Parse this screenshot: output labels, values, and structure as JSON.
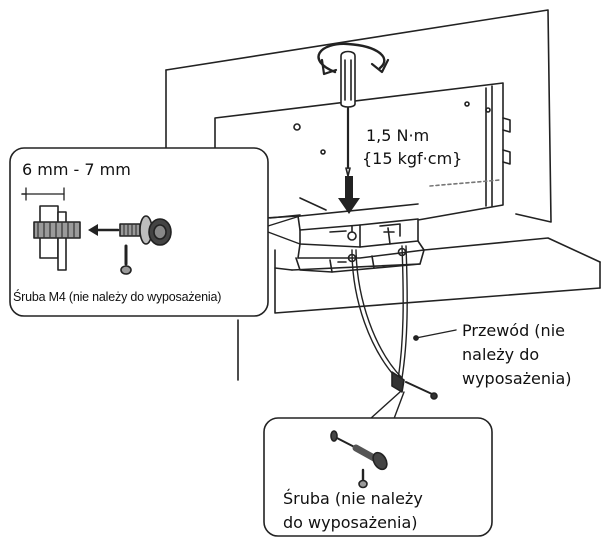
{
  "labels": {
    "torque_line1": "1,5 N·m",
    "torque_line2": "{15 kgf·cm}",
    "thickness": "6 mm - 7 mm",
    "m4_screw": "Śruba M4 (nie należy do wyposażenia)",
    "cord_line1": "Przewód (nie",
    "cord_line2": "należy do",
    "cord_line3": "wyposażenia)",
    "screw_line1": "Śruba (nie należy",
    "screw_line2": "do wyposażenia)"
  },
  "colors": {
    "line": "#222222",
    "panel": "#ffffff",
    "shade": "#9a9a9a",
    "dark": "#333333"
  },
  "icons": [
    "screwdriver-icon",
    "rotation-arrow-icon",
    "arrow-down-icon",
    "arrow-left-icon",
    "bolt-icon",
    "washer-icon",
    "wood-screw-icon",
    "cord-icon"
  ]
}
